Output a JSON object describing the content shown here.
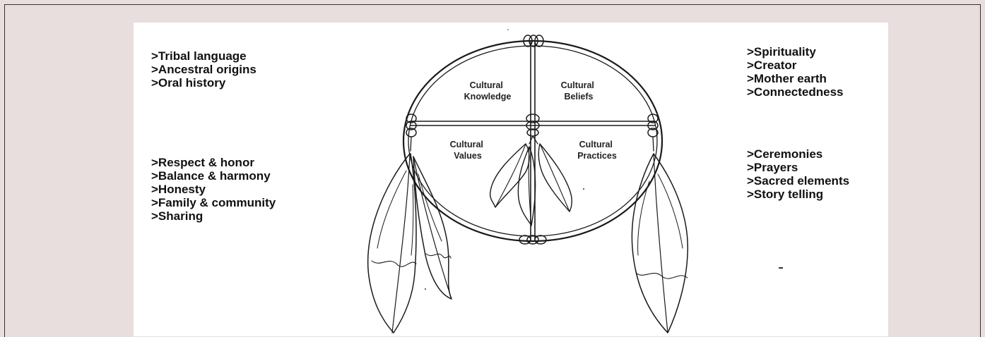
{
  "left_top_list": [
    ">Tribal language",
    ">Ancestral origins",
    ">Oral history"
  ],
  "left_bottom_list": [
    ">Respect & honor",
    ">Balance & harmony",
    ">Honesty",
    ">Family & community",
    ">Sharing"
  ],
  "right_top_list": [
    ">Spirituality",
    ">Creator",
    ">Mother earth",
    ">Connectedness"
  ],
  "right_bottom_list": [
    ">Ceremonies",
    ">Prayers",
    ">Sacred elements",
    ">Story telling"
  ],
  "quadrants": {
    "top_left": [
      "Cultural",
      "Knowledge"
    ],
    "top_right": [
      "Cultural",
      "Beliefs"
    ],
    "bottom_left": [
      "Cultural",
      "Values"
    ],
    "bottom_right": [
      "Cultural",
      "Practices"
    ]
  },
  "colors": {
    "page_background": "#e8dedd",
    "panel_background": "#ffffff",
    "line": "#1a1a1a"
  }
}
